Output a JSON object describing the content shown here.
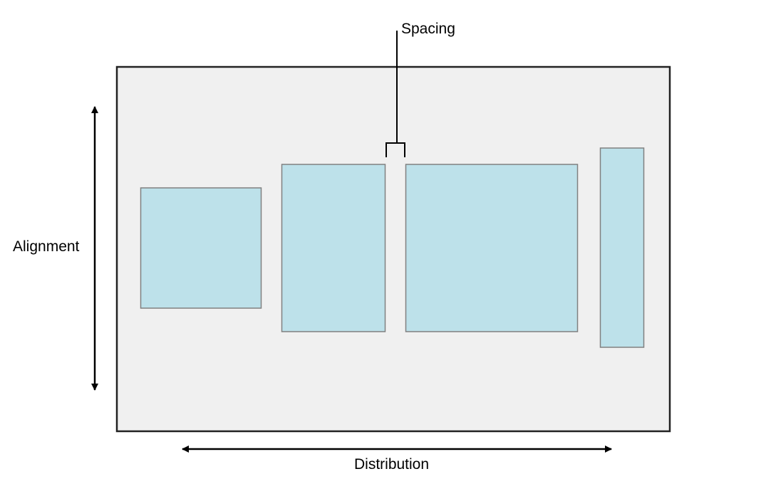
{
  "labels": {
    "spacing": "Spacing",
    "alignment": "Alignment",
    "distribution": "Distribution"
  },
  "colors": {
    "container_fill": "#f0f0f0",
    "container_stroke": "#222222",
    "item_fill": "#bde1ea",
    "item_stroke": "#808080",
    "annotation": "#000000"
  }
}
